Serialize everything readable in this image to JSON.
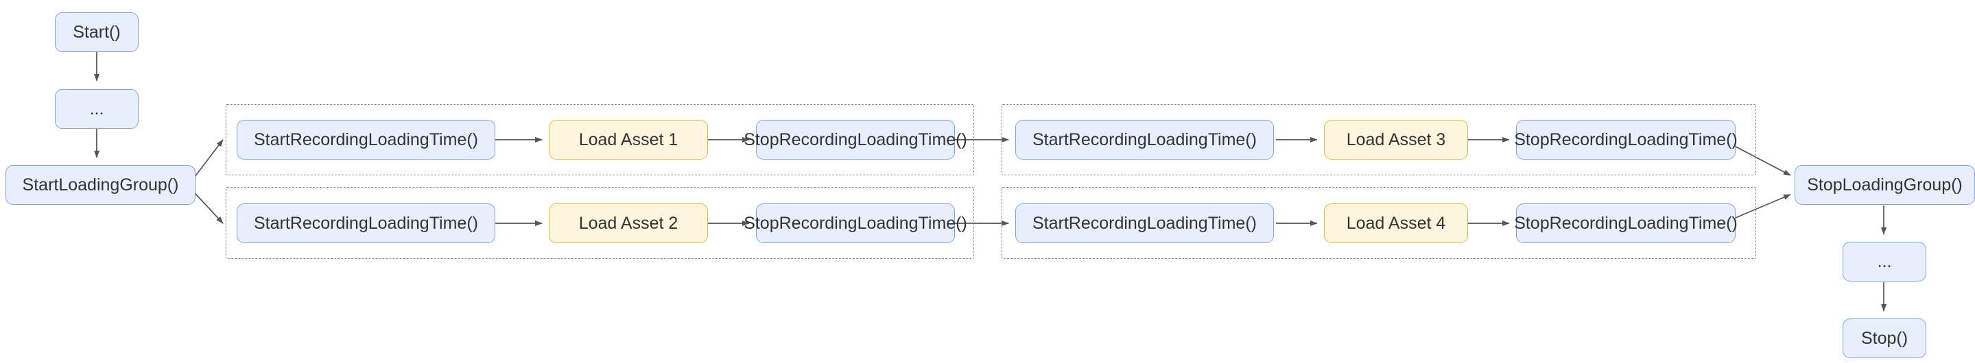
{
  "diagram": {
    "title": "Loading group timing flow",
    "colors": {
      "node_blue_fill": "#e8eefc",
      "node_blue_border": "#7fa3e8",
      "node_yellow_fill": "#fdf5dd",
      "node_yellow_border": "#e8b93f",
      "group_border": "#8a8a8a",
      "edge": "#555555",
      "text": "#343434"
    },
    "entry_chain": [
      {
        "id": "start",
        "label": "Start()"
      },
      {
        "id": "ellipsis_start",
        "label": "..."
      },
      {
        "id": "start_loading_group",
        "label": "StartLoadingGroup()"
      }
    ],
    "exit_chain": [
      {
        "id": "stop_loading_group",
        "label": "StopLoadingGroup()"
      },
      {
        "id": "ellipsis_stop",
        "label": "..."
      },
      {
        "id": "stop",
        "label": "Stop()"
      }
    ],
    "groups": [
      {
        "id": "group-1",
        "rows": [
          {
            "id": "group-1-row-1",
            "nodes": [
              {
                "id": "g1r1-start-rec",
                "label": "StartRecordingLoadingTime()",
                "kind": "blue"
              },
              {
                "id": "g1r1-asset",
                "label": "Load Asset 1",
                "kind": "yellow"
              },
              {
                "id": "g1r1-stop-rec",
                "label": "StopRecordingLoadingTime()",
                "kind": "blue"
              }
            ]
          },
          {
            "id": "group-1-row-2",
            "nodes": [
              {
                "id": "g1r2-start-rec",
                "label": "StartRecordingLoadingTime()",
                "kind": "blue"
              },
              {
                "id": "g1r2-asset",
                "label": "Load Asset 2",
                "kind": "yellow"
              },
              {
                "id": "g1r2-stop-rec",
                "label": "StopRecordingLoadingTime()",
                "kind": "blue"
              }
            ]
          }
        ]
      },
      {
        "id": "group-2",
        "rows": [
          {
            "id": "group-2-row-1",
            "nodes": [
              {
                "id": "g2r1-start-rec",
                "label": "StartRecordingLoadingTime()",
                "kind": "blue"
              },
              {
                "id": "g2r1-asset",
                "label": "Load Asset 3",
                "kind": "yellow"
              },
              {
                "id": "g2r1-stop-rec",
                "label": "StopRecordingLoadingTime()",
                "kind": "blue"
              }
            ]
          },
          {
            "id": "group-2-row-2",
            "nodes": [
              {
                "id": "g2r2-start-rec",
                "label": "StartRecordingLoadingTime()",
                "kind": "blue"
              },
              {
                "id": "g2r2-asset",
                "label": "Load Asset 4",
                "kind": "yellow"
              },
              {
                "id": "g2r2-stop-rec",
                "label": "StopRecordingLoadingTime()",
                "kind": "blue"
              }
            ]
          }
        ]
      }
    ]
  }
}
